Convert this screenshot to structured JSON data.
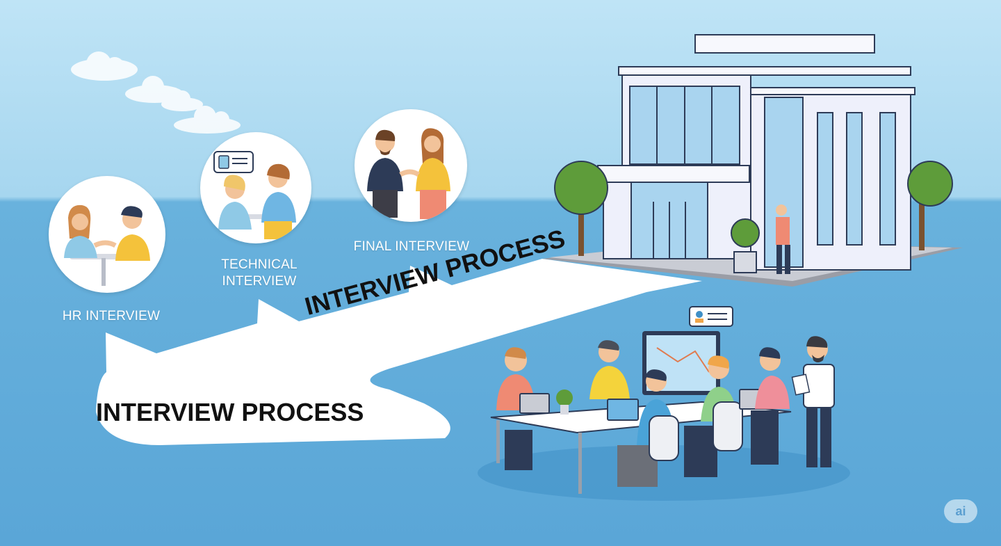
{
  "stages": [
    {
      "label": "HR INTERVIEW"
    },
    {
      "label": "TECHNICAL INTERVIEW"
    },
    {
      "label": "FINAL INTERVIEW"
    }
  ],
  "arrow": {
    "title_lower": "INTERVIEW PROCESS",
    "title_upper": "INTERVIEW PROCESS"
  },
  "badge": {
    "text": "ai"
  },
  "colors": {
    "sky": "#bfe4f6",
    "sea": "#5aa6d7",
    "arrow": "#ffffff",
    "building": "#eef0fb",
    "tree": "#5e9c3a"
  }
}
